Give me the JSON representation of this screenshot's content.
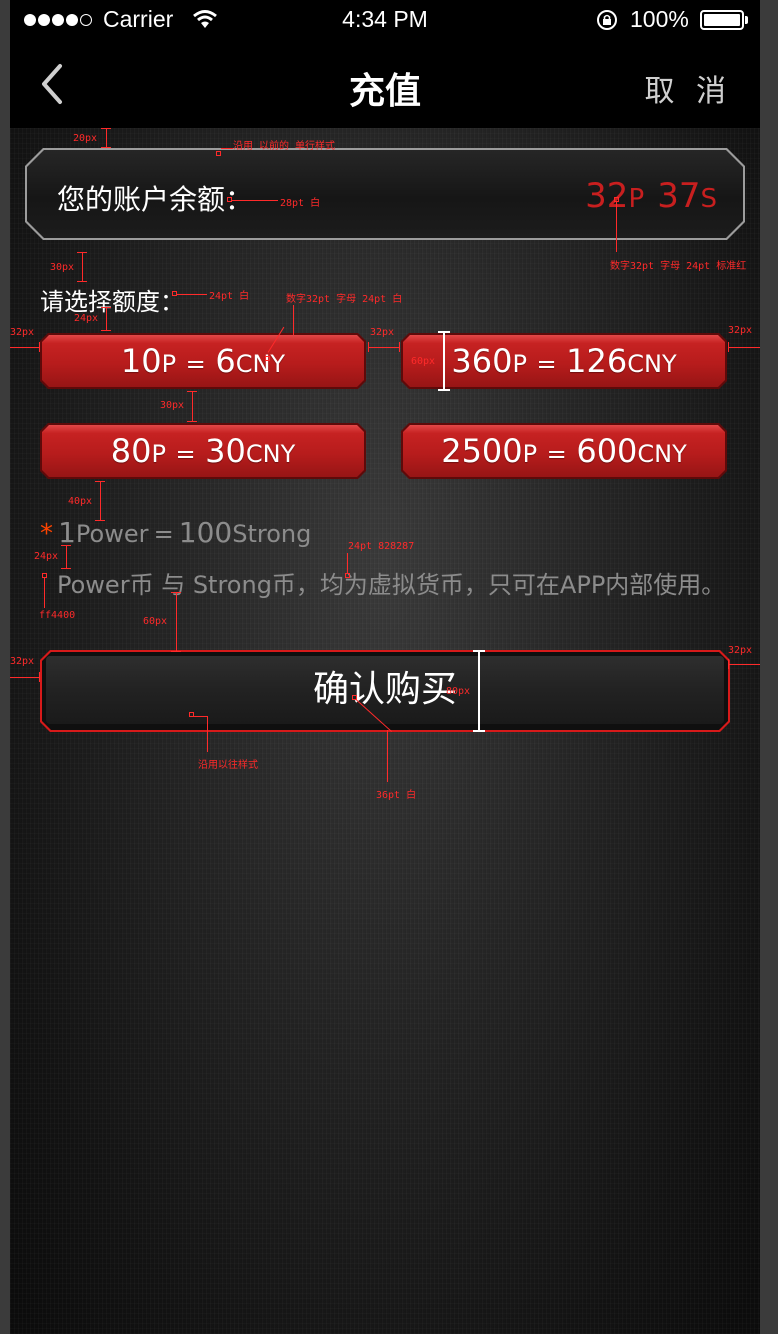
{
  "status_bar": {
    "carrier": "Carrier",
    "time": "4:34 PM",
    "battery": "100%"
  },
  "nav": {
    "back_icon": "chevron-left-icon",
    "title": "充值",
    "cancel_label": "取 消"
  },
  "balance": {
    "label": "您的账户余额：",
    "power_num": "32",
    "power_unit": "P",
    "strong_num": "37",
    "strong_unit": "S"
  },
  "choose_label": "请选择额度：",
  "options": [
    {
      "points": "10",
      "p": "P",
      "eq": "=",
      "price": "6",
      "unit": "CNY"
    },
    {
      "points": "360",
      "p": "P",
      "eq": "=",
      "price": "126",
      "unit": "CNY"
    },
    {
      "points": "80",
      "p": "P",
      "eq": "=",
      "price": "30",
      "unit": "CNY"
    },
    {
      "points": "2500",
      "p": "P",
      "eq": "=",
      "price": "600",
      "unit": "CNY"
    }
  ],
  "notes": {
    "asterisk": "*",
    "rate_num1": "1",
    "rate_word1": "Power",
    "rate_eq": "=",
    "rate_num2": "100",
    "rate_word2": "Strong",
    "desc": "Power币 与 Strong币，均为虚拟货币，只可在APP内部使用。"
  },
  "confirm_label": "确认购买",
  "colors": {
    "accent_red": "#c62222",
    "balance_red": "#c81f1f",
    "asterisk_orange": "#ff4400",
    "note_gray": "#8c8c8c"
  },
  "annotations": {
    "a_20px": "20px",
    "a_reuse_single": "沿用 以前的 单行样式",
    "a_28pt_white": "28pt 白",
    "a_red_spec": "数字32pt 字母 24pt 标准红",
    "a_30px_a": "30px",
    "a_24pt_white": "24pt 白",
    "a_num32_letter24": "数字32pt 字母 24pt 白",
    "a_24px_a": "24px",
    "a_32px_l": "32px",
    "a_32px_m": "32px",
    "a_32px_r": "32px",
    "a_60px_a": "60px",
    "a_30px_b": "30px",
    "a_40px": "40px",
    "a_24px_b": "24px",
    "a_ff4400": "ff4400",
    "a_gray": "24pt 828287",
    "a_60px_b": "60px",
    "a_32px_l2": "32px",
    "a_32px_r2": "32px",
    "a_80px": "80px",
    "a_reuse_prev": "沿用以往样式",
    "a_36pt": "36pt 白"
  }
}
